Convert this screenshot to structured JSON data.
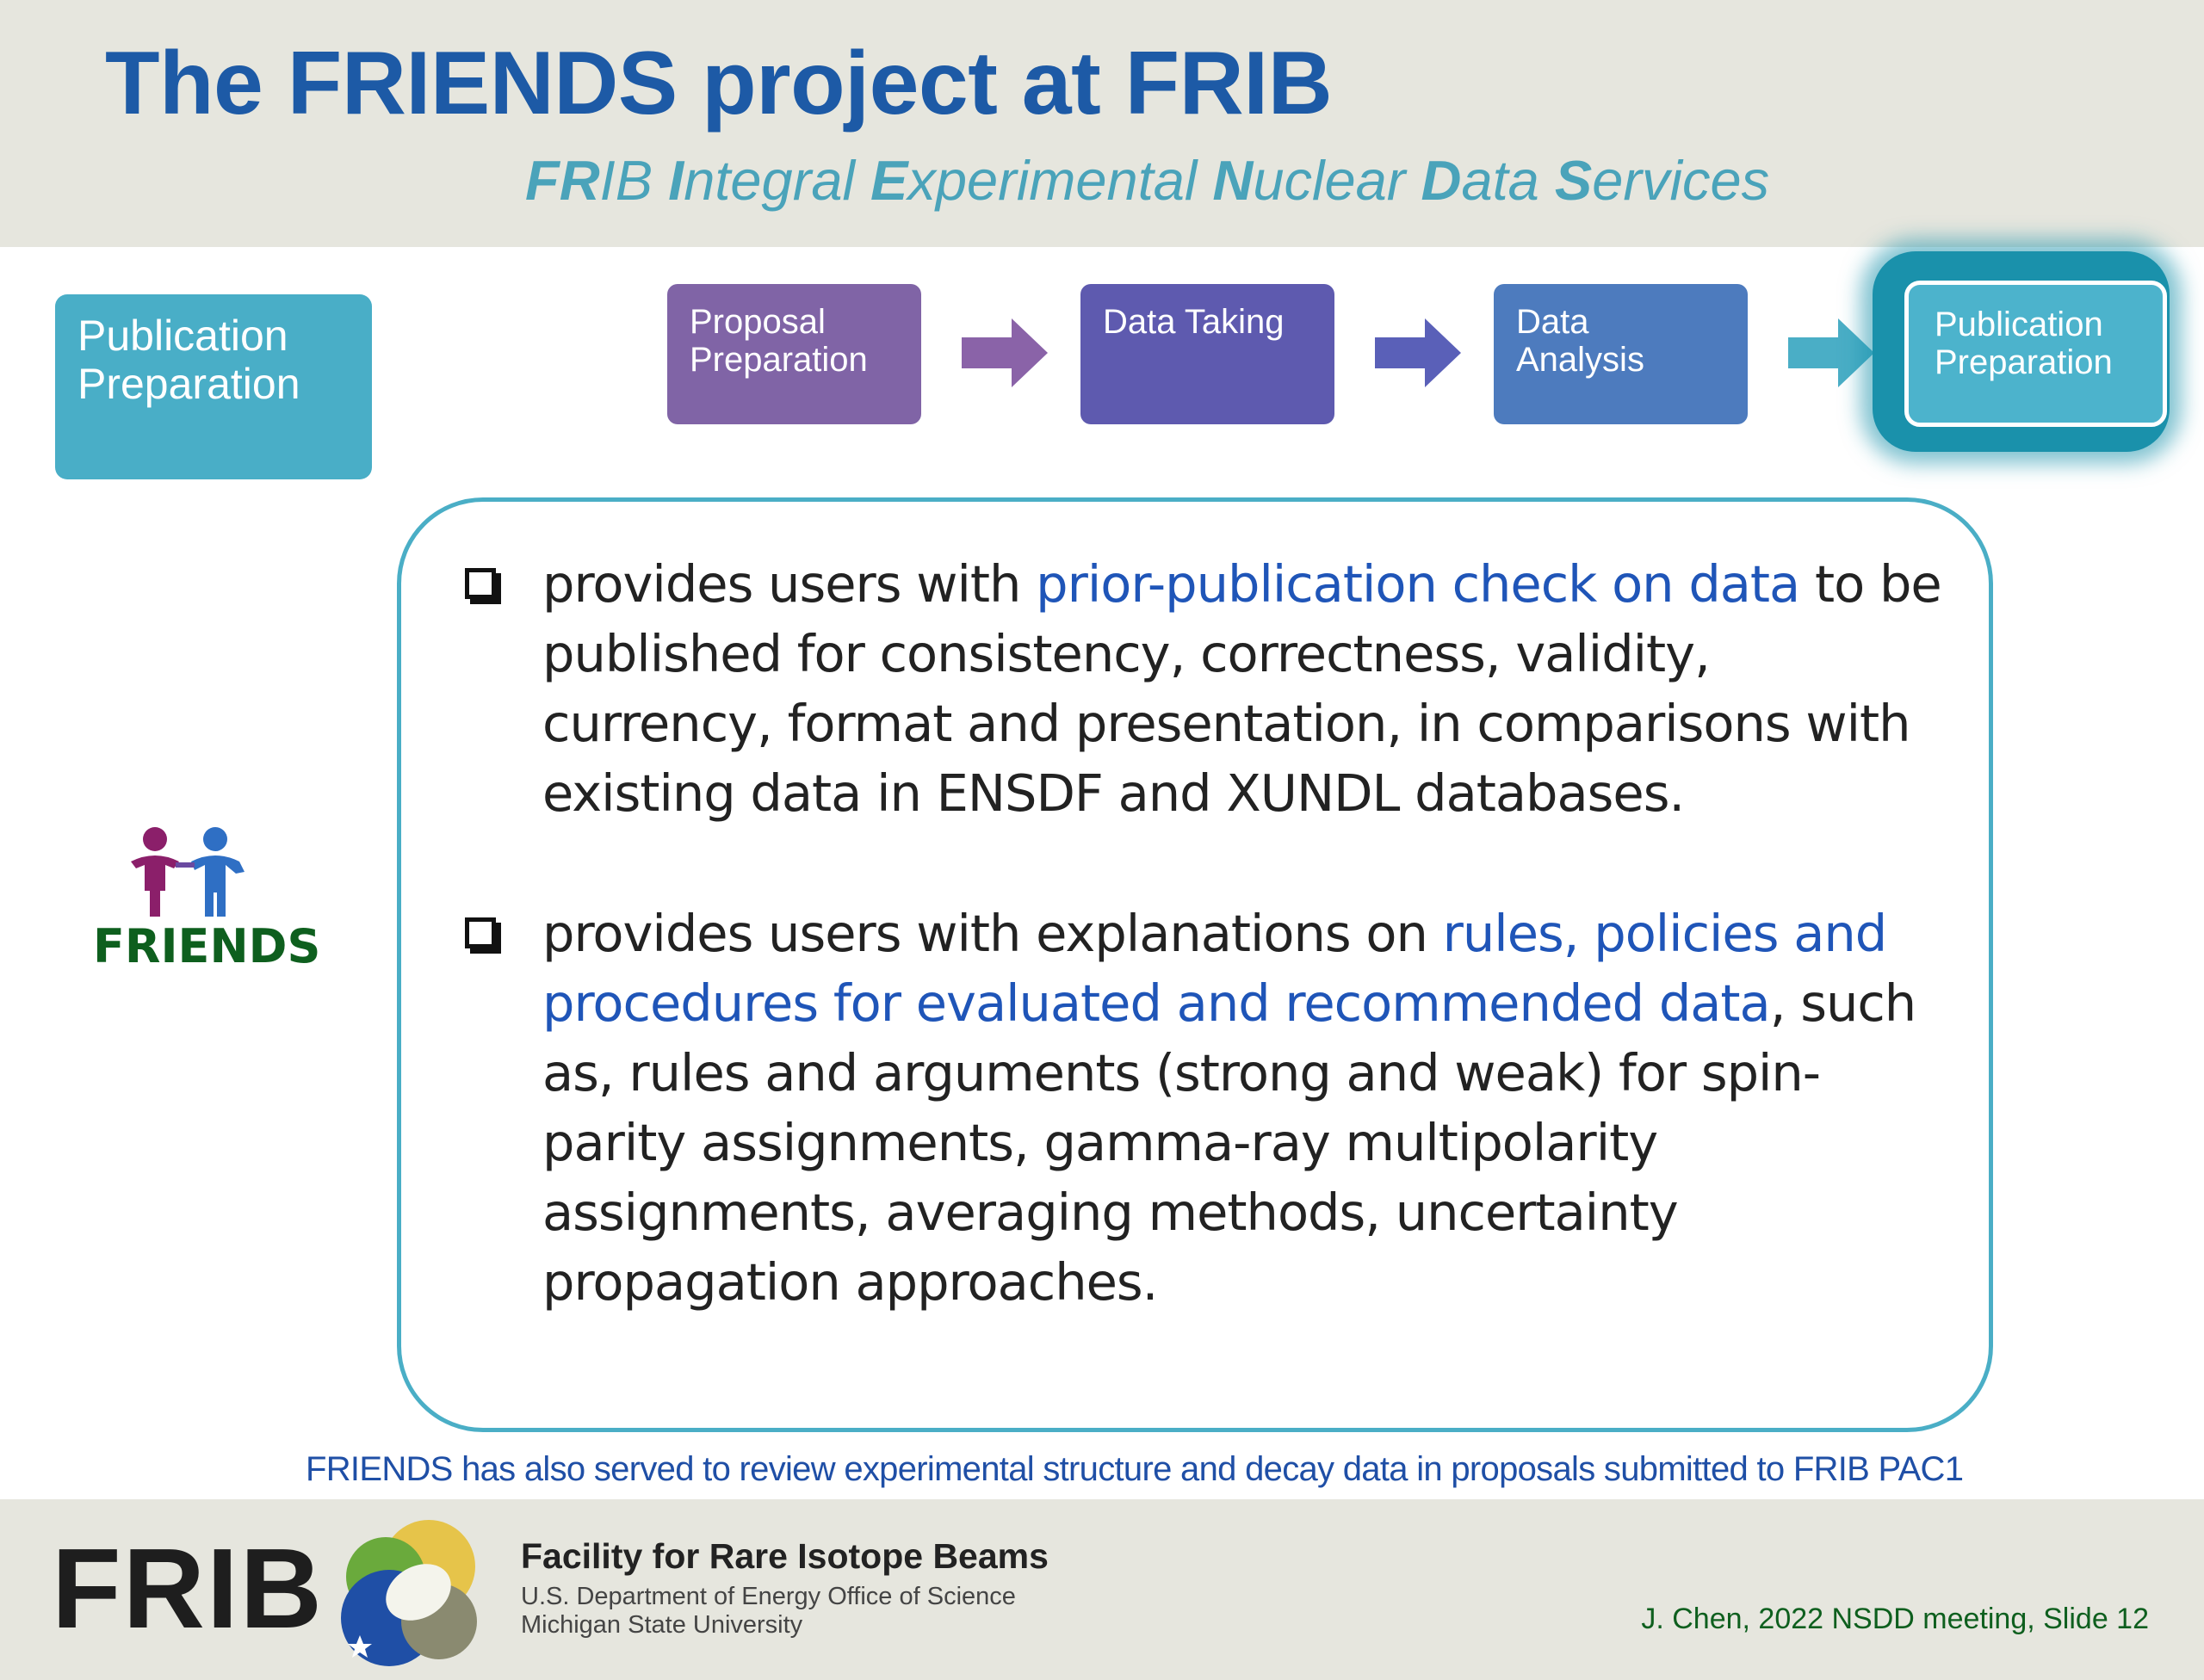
{
  "header": {
    "title": "The FRIENDS project at FRIB",
    "subtitle_parts": [
      {
        "bold": "FR",
        "rest": "IB "
      },
      {
        "bold": "I",
        "rest": "ntegral "
      },
      {
        "bold": "E",
        "rest": "xperimental "
      },
      {
        "bold": "N",
        "rest": "uclear "
      },
      {
        "bold": "D",
        "rest": "ata "
      },
      {
        "bold": "S",
        "rest": "ervices"
      }
    ]
  },
  "side_label": "Publication\nPreparation",
  "workflow": {
    "steps": [
      "Proposal\nPreparation",
      "Data Taking",
      "Data\nAnalysis",
      "Publication\nPreparation"
    ],
    "colors": [
      "#8064a6",
      "#5e5aaf",
      "#4d7bbe",
      "#4cb3cc"
    ],
    "arrow_colors": [
      "#8a63a8",
      "#5a60b8",
      "#4aaec6"
    ]
  },
  "bullets": [
    {
      "pre": "provides users with ",
      "highlight": "prior-publication check on data",
      "post": " to be published for consistency, correctness, validity, currency, format and presentation, in comparisons with existing data in ENSDF and XUNDL databases."
    },
    {
      "pre": "provides users with explanations on ",
      "highlight": "rules, policies and procedures for evaluated and recommended data",
      "post": ", such as, rules and arguments (strong and weak) for spin-parity assignments, gamma-ray multipolarity assignments, averaging methods, uncertainty propagation approaches."
    }
  ],
  "friends_label": "FRIENDS",
  "note": "FRIENDS has also served to review experimental structure and decay data in proposals submitted to FRIB PAC1",
  "footer": {
    "logo_text": "FRIB",
    "facility_name": "Facility for Rare Isotope Beams",
    "line1": "U.S. Department of Energy Office of Science",
    "line2": "Michigan State University",
    "credit": "J. Chen, 2022 NSDD meeting, Slide 12"
  },
  "colors": {
    "title": "#1d5aa6",
    "subtitle": "#4aa3ba",
    "highlight": "#1f55b8",
    "friends": "#0e5f1e",
    "box_border": "#4aaec6"
  }
}
